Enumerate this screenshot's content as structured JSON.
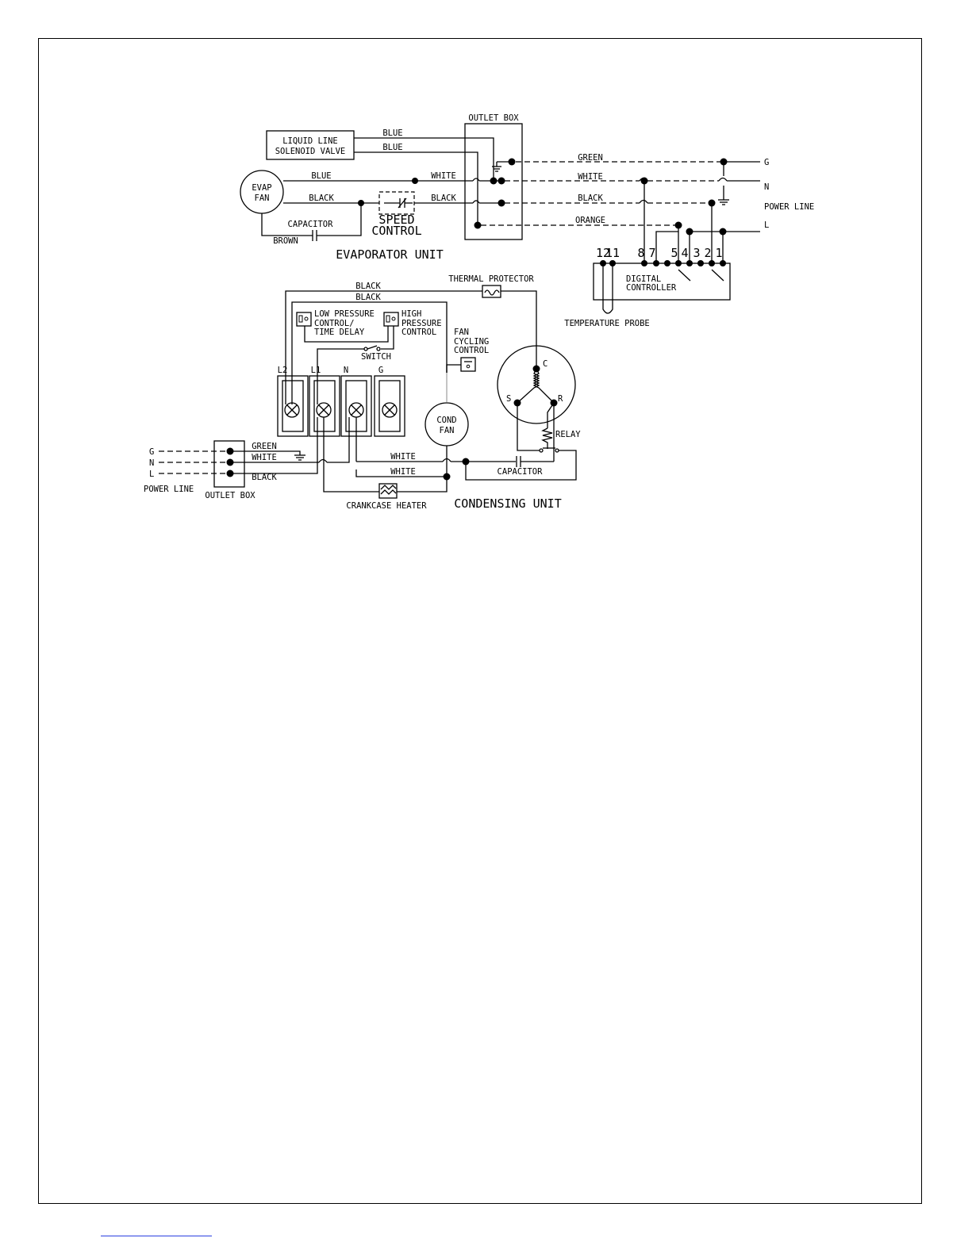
{
  "evaporator": {
    "title": "EVAPORATOR UNIT",
    "solenoid": [
      "LIQUID LINE",
      "SOLENOID VALVE"
    ],
    "evap_fan": [
      "EVAP",
      "FAN"
    ],
    "capacitor": "CAPACITOR",
    "speed_control": [
      "SPEED",
      "CONTROL"
    ],
    "outlet_box": "OUTLET BOX",
    "wires": {
      "blue_1": "BLUE",
      "blue_2": "BLUE",
      "blue_3": "BLUE",
      "white": "WHITE",
      "black_1": "BLACK",
      "black_2": "BLACK",
      "brown": "BROWN"
    }
  },
  "power_line_right": {
    "wires": {
      "green": "GREEN",
      "white": "WHITE",
      "black": "BLACK",
      "orange": "ORANGE"
    },
    "g": "G",
    "n": "N",
    "l": "L",
    "label": "POWER LINE"
  },
  "controller": {
    "label": [
      "DIGITAL",
      "CONTROLLER"
    ],
    "terminals": [
      "12",
      "11",
      "8",
      "7",
      "5",
      "4",
      "3",
      "2",
      "1"
    ],
    "probe": "TEMPERATURE PROBE"
  },
  "condensing": {
    "title": "CONDENSING UNIT",
    "thermal_protector": "THERMAL PROTECTOR",
    "black_1": "BLACK",
    "black_2": "BLACK",
    "low_pressure": [
      "LOW PRESSURE",
      "CONTROL/",
      "TIME DELAY"
    ],
    "high_pressure": [
      "HIGH",
      "PRESSURE",
      "CONTROL"
    ],
    "fan_cycling": [
      "FAN",
      "CYCLING",
      "CONTROL"
    ],
    "switch": "SWITCH",
    "terminals": [
      "L2",
      "L1",
      "N",
      "G"
    ],
    "cond_fan": [
      "COND",
      "FAN"
    ],
    "compressor": {
      "c": "C",
      "s": "S",
      "r": "R"
    },
    "relay": "RELAY",
    "capacitor": "CAPACITOR",
    "crankcase_heater": "CRANKCASE HEATER",
    "wires": {
      "green": "GREEN",
      "white_1": "WHITE",
      "black": "BLACK",
      "white_2": "WHITE",
      "white_3": "WHITE"
    }
  },
  "power_line_left": {
    "g": "G",
    "n": "N",
    "l": "L",
    "label": "POWER LINE",
    "outlet_box": "OUTLET BOX"
  }
}
